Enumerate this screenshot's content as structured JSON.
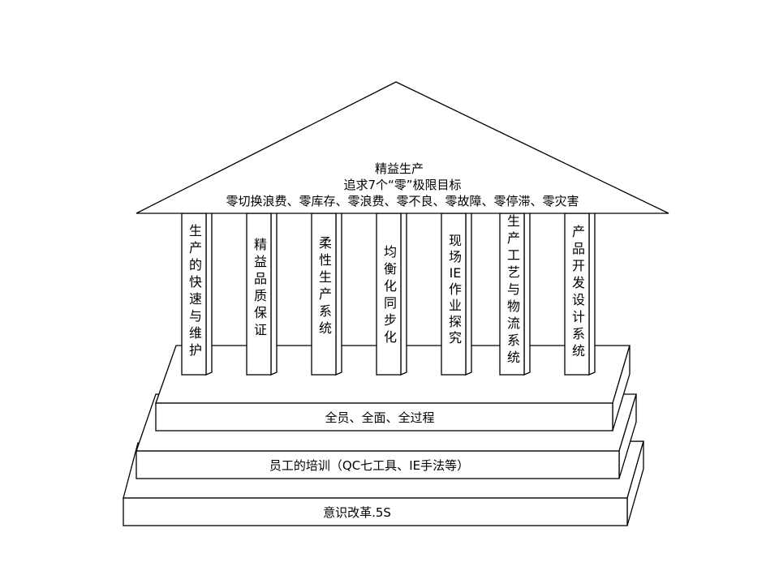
{
  "roof": {
    "line1": "精益生产",
    "line2": "追求7个“零”极限目标",
    "line3": "零切换浪费、零库存、零浪费、零不良、零故障、零停滞、零灾害"
  },
  "pillars": [
    "生产的快速与维护",
    "精益品质保证",
    "柔性生产系统",
    "均衡化同步化",
    "现场IE作业探究",
    "生产工艺与物流系统",
    "产品开发设计系统"
  ],
  "tiers": {
    "top": "全员、全面、全过程",
    "middle": "员工的培训（QC七工具、IE手法等）",
    "bottom": "意识改革.5S"
  }
}
